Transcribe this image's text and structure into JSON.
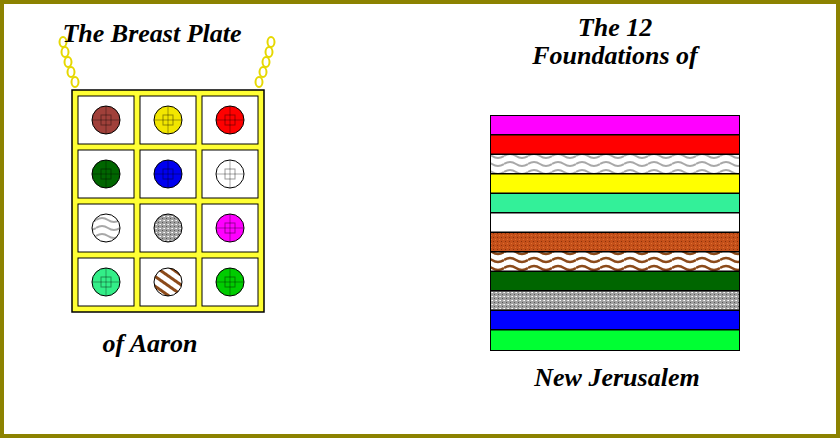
{
  "diagram": {
    "nodes": [
      {
        "text": [
          "The Breast Plate",
          "of Aaron"
        ]
      },
      {
        "text": [
          "The 12 Foundations of",
          "New Jerusalem"
        ]
      }
    ]
  }
}
